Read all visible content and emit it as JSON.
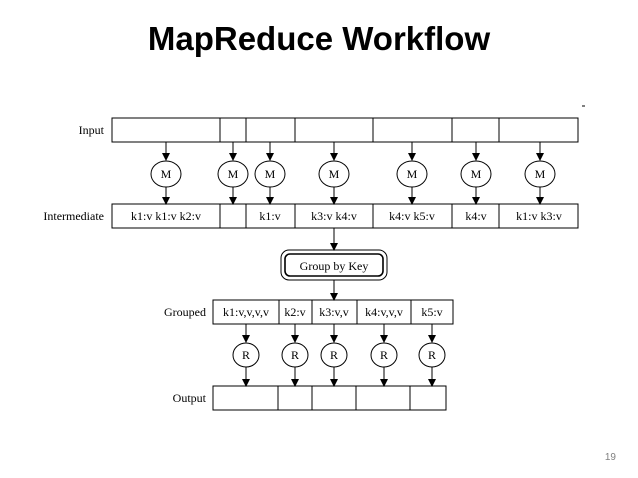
{
  "title": "MapReduce Workflow",
  "page_number": "19",
  "diagram": {
    "input_label": "Input",
    "intermediate_label": "Intermediate",
    "grouped_label": "Grouped",
    "output_label": "Output",
    "group_by_key": "Group by Key",
    "mappers": [
      "M",
      "M",
      "M",
      "M",
      "M",
      "M",
      "M"
    ],
    "intermediate_cells": [
      "k1:v k1:v k2:v",
      "",
      "k1:v",
      "k3:v k4:v",
      "k4:v k5:v",
      "k4:v",
      "k1:v k3:v"
    ],
    "grouped_cells": [
      "k1:v,v,v,v",
      "k2:v",
      "k3:v,v",
      "k4:v,v,v",
      "k5:v"
    ],
    "reducers": [
      "R",
      "R",
      "R",
      "R",
      "R"
    ]
  }
}
